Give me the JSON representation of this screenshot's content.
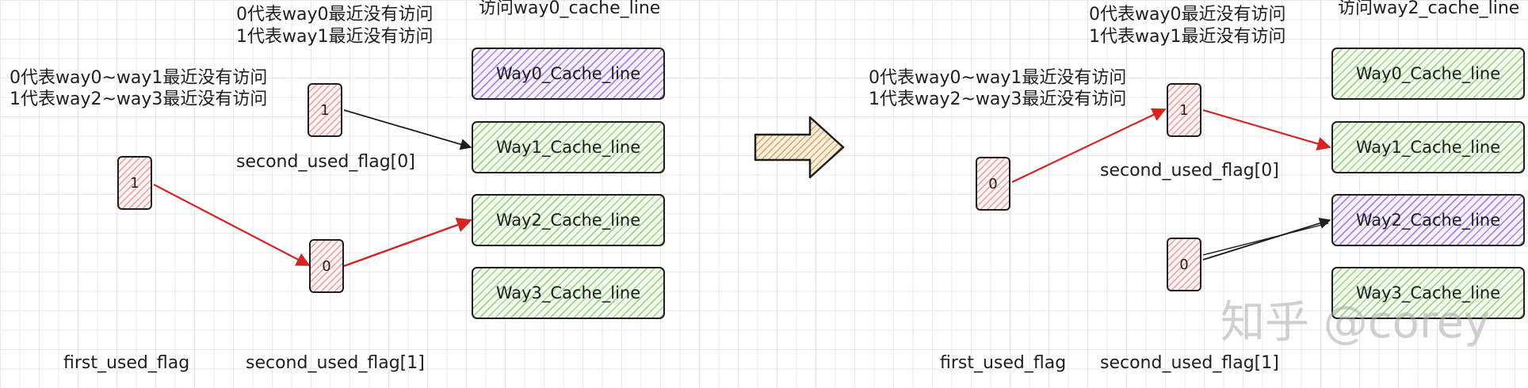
{
  "left": {
    "header_cache": "访问way0_cache_line",
    "header_second_0": "0代表way0最近没有访问",
    "header_second_1": "1代表way1最近没有访问",
    "header_first_0": "0代表way0~way1最近没有访问",
    "header_first_1": "1代表way2~way3最近没有访问",
    "first_flag_value": "1",
    "second_flag0_value": "1",
    "second_flag1_value": "0",
    "second_used_flag0_label": "second_used_flag[0]",
    "first_used_flag_label": "first_used_flag",
    "second_used_flag1_label": "second_used_flag[1]",
    "caches": [
      "Way0_Cache_line",
      "Way1_Cache_line",
      "Way2_Cache_line",
      "Way3_Cache_line"
    ],
    "highlighted_cache": 0
  },
  "right": {
    "header_cache": "访问way2_cache_line",
    "header_second_0": "0代表way0最近没有访问",
    "header_second_1": "1代表way1最近没有访问",
    "header_first_0": "0代表way0~way1最近没有访问",
    "header_first_1": "1代表way2~way3最近没有访问",
    "first_flag_value": "0",
    "second_flag0_value": "1",
    "second_flag1_value": "0",
    "second_used_flag0_label": "second_used_flag[0]",
    "first_used_flag_label": "first_used_flag",
    "second_used_flag1_label": "second_used_flag[1]",
    "caches": [
      "Way0_Cache_line",
      "Way1_Cache_line",
      "Way2_Cache_line",
      "Way3_Cache_line"
    ],
    "highlighted_cache": 2
  },
  "watermark": "知乎 @corey",
  "colors": {
    "red_arrow": "#d42424",
    "black_arrow": "#1e1e1e",
    "transition_arrow": "#c98a2e",
    "green_hatch": "#9fd38a",
    "purple_hatch": "#a884e8",
    "red_hatch": "#ee9b9b"
  }
}
